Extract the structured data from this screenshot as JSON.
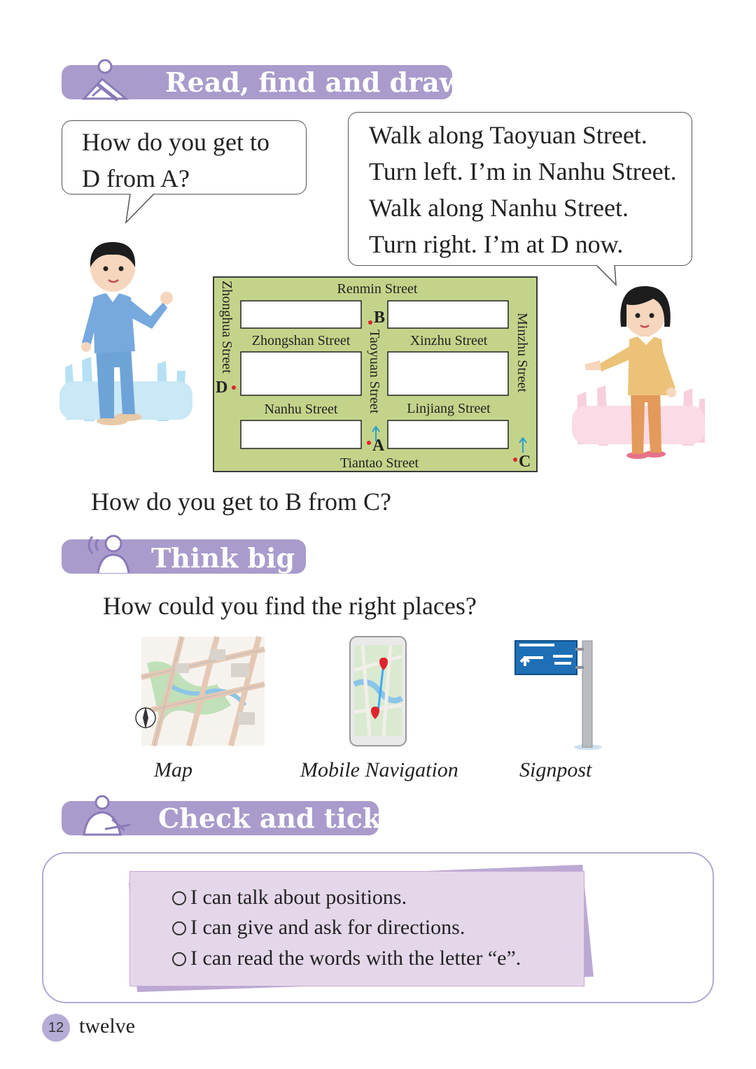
{
  "sections": {
    "read": {
      "title": "Read, find and draw"
    },
    "think": {
      "title": "Think big"
    },
    "check": {
      "title": "Check and tick"
    }
  },
  "bubbles": {
    "boy": {
      "lines": [
        "How do you get to",
        "D from A?"
      ]
    },
    "girl": {
      "lines": [
        "Walk along Taoyuan Street.",
        "Turn left. I’m in Nanhu Street.",
        "Walk along Nanhu Street.",
        "Turn right. I’m at D now."
      ]
    }
  },
  "map": {
    "streets": {
      "renmin": "Renmin Street",
      "zhongshan": "Zhongshan Street",
      "xinzhu": "Xinzhu Street",
      "nanhu": "Nanhu Street",
      "linjiang": "Linjiang Street",
      "tiantao": "Tiantao Street",
      "zhonghua": "Zhonghua Street",
      "taoyuan": "Taoyuan Street",
      "minzhu": "Minzhu Street"
    },
    "points": {
      "a": "A",
      "b": "B",
      "c": "C",
      "d": "D"
    },
    "colors": {
      "ground": "#c3d48a",
      "block": "#ffffff",
      "dot": "#e0242c",
      "arrow": "#2aa2c9"
    }
  },
  "question_bc": "How do you get to B from C?",
  "think_question": "How could you find the right places?",
  "tools": [
    {
      "label": "Map",
      "icon": "map-icon"
    },
    {
      "label": "Mobile Navigation",
      "icon": "phone-navigation-icon"
    },
    {
      "label": "Signpost",
      "icon": "signpost-icon"
    }
  ],
  "checks": [
    "I can talk about positions.",
    "I can give and ask for directions.",
    "I can read the words with the letter “e”."
  ],
  "page": {
    "number": "12",
    "word": "twelve"
  },
  "colors": {
    "banner": "#a99bcc",
    "check_bg": "#e4d7ea",
    "check_border": "#b2a8d3"
  }
}
